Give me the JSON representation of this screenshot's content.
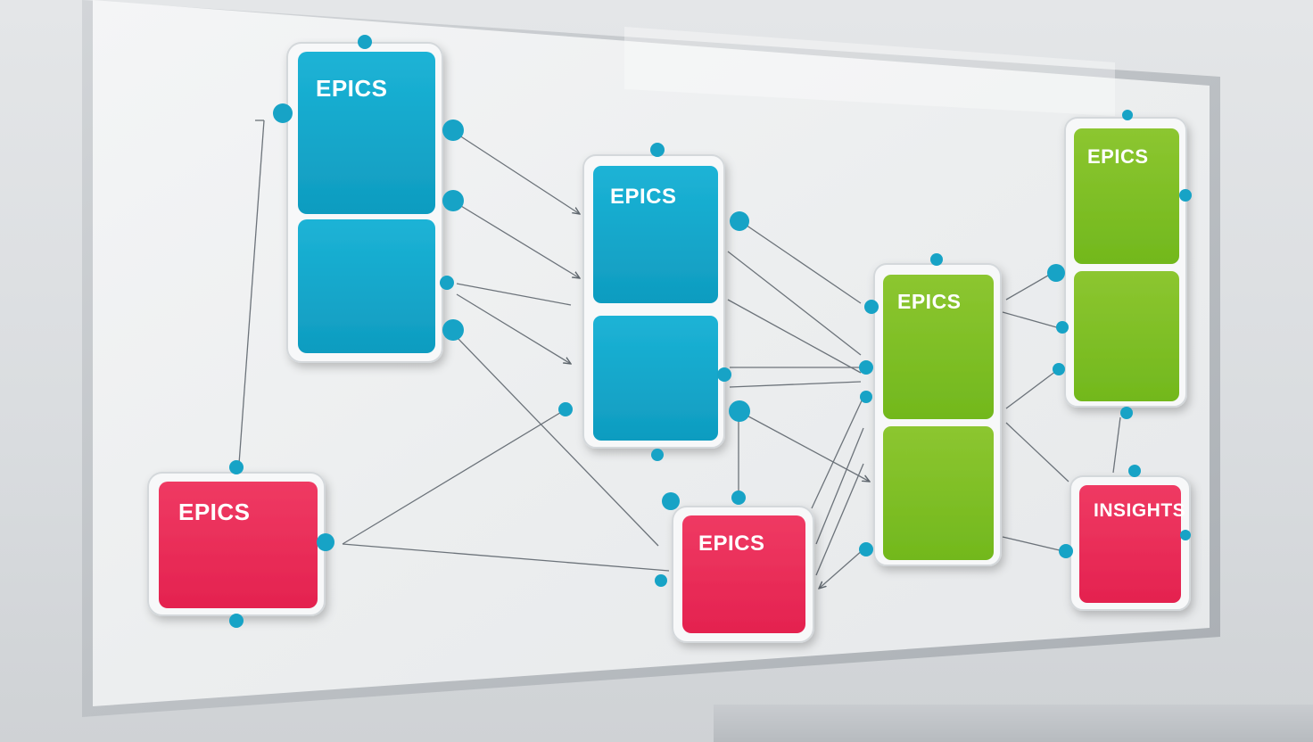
{
  "cards": [
    {
      "id": "card-top-left",
      "label": "EPICS",
      "color": "blue"
    },
    {
      "id": "card-center",
      "label": "EPICS",
      "color": "blue"
    },
    {
      "id": "card-right-middle",
      "label": "EPICS",
      "color": "green"
    },
    {
      "id": "card-top-right",
      "label": "EPICS",
      "color": "green"
    },
    {
      "id": "card-bottom-left",
      "label": "EPICS",
      "color": "red"
    },
    {
      "id": "card-bottom-center",
      "label": "EPICS",
      "color": "red"
    },
    {
      "id": "card-insights",
      "label": "INSIGHTS",
      "color": "red"
    }
  ],
  "colors": {
    "blue": "#15a9cc",
    "green": "#82c12a",
    "red": "#ee2d5a",
    "connector": "#17a3c6",
    "line": "#6c737a"
  }
}
